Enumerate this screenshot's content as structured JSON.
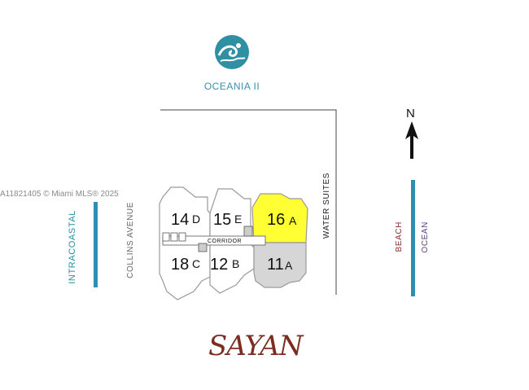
{
  "labels": {
    "oceania": "OCEANIA II",
    "watermark": "A11821405 © Miami MLS® 2025",
    "north": "N",
    "intracoastal": "INTRACOASTAL",
    "collins_avenue": "COLLINS AVENUE",
    "water_suites": "WATER SUITES",
    "beach": "BEACH",
    "ocean": "OCEAN",
    "corridor": "CORRIDOR",
    "brand": "SAYAN"
  },
  "units": [
    {
      "number": "14",
      "letter": "D",
      "highlight": "none"
    },
    {
      "number": "15",
      "letter": "E",
      "highlight": "none"
    },
    {
      "number": "16",
      "letter": "A",
      "highlight": "yellow"
    },
    {
      "number": "18",
      "letter": "C",
      "highlight": "none"
    },
    {
      "number": "12",
      "letter": "B",
      "highlight": "none"
    },
    {
      "number": "11",
      "letter": "A",
      "highlight": "gray"
    }
  ],
  "colors": {
    "highlight_yellow": "#ffff33",
    "highlight_gray": "#d6d6d6",
    "water_blue": "#2e8fb4",
    "outline": "#9a9a9a"
  },
  "icons": {
    "top_logo": "wave-logo-icon",
    "north_arrow": "north-arrow-icon"
  }
}
